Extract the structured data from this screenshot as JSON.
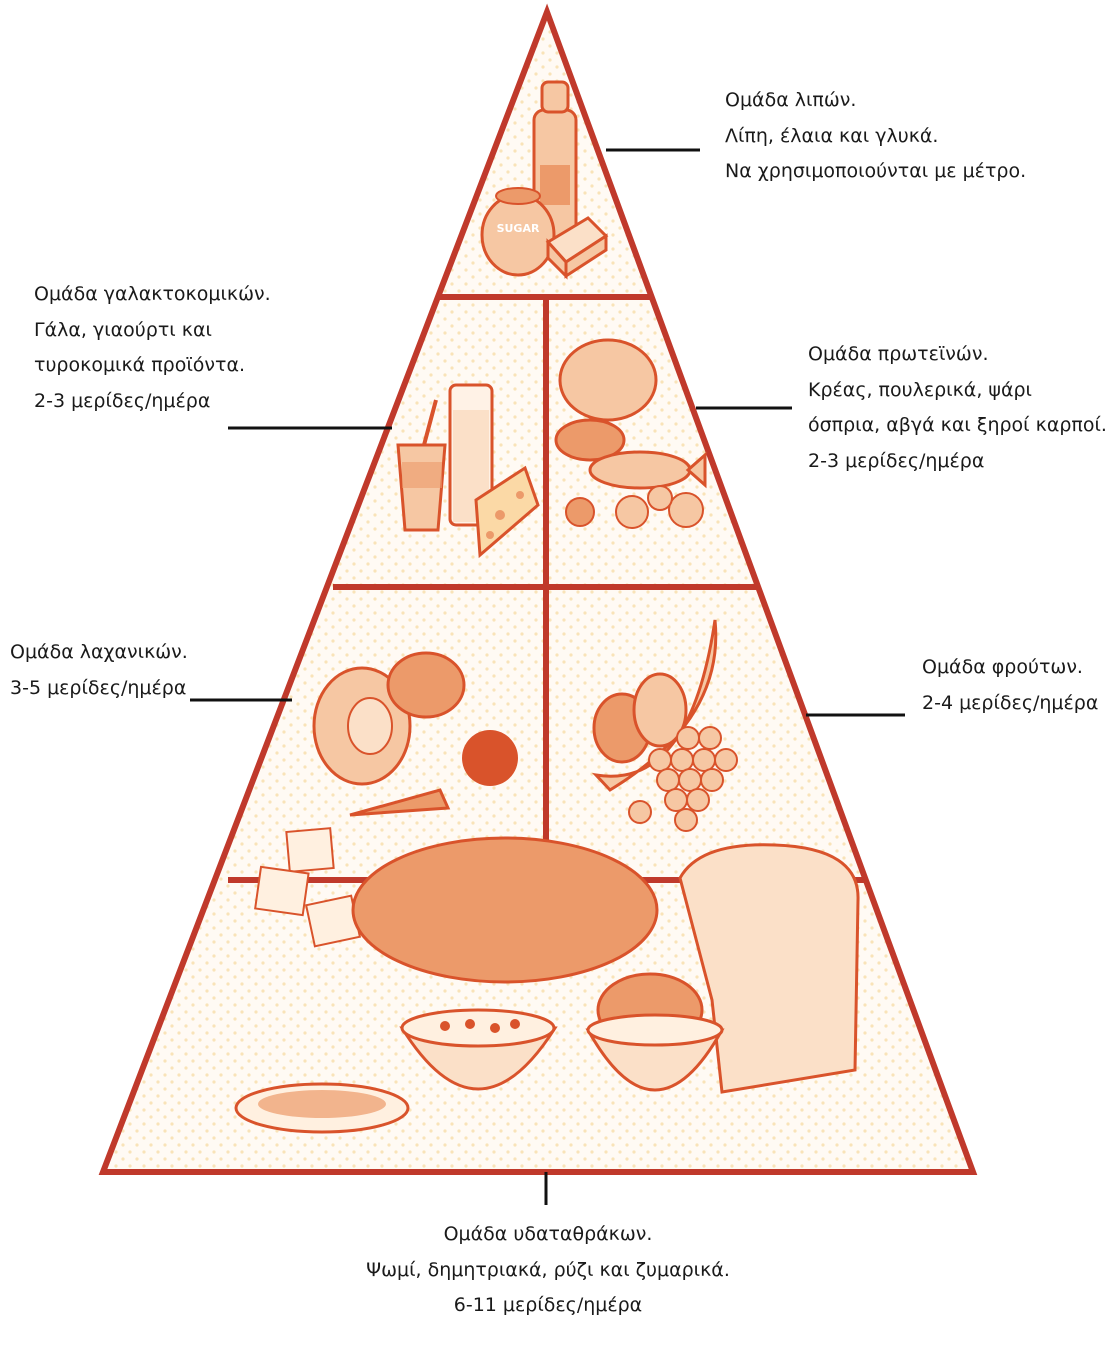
{
  "colors": {
    "outline": "#c0392b",
    "fill": "#fff6ee",
    "food_light": "#f6c7a3",
    "food_mid": "#ec9a6a",
    "food_dark": "#d9532b",
    "connector": "#111111"
  },
  "groups": {
    "fats": {
      "lines": [
        "Ομάδα λιπών.",
        "Λίπη, έλαια και γλυκά.",
        "Να χρησιμοποιούνται με μέτρο."
      ],
      "jar_label": "SUGAR"
    },
    "dairy": {
      "lines": [
        "Ομάδα γαλακτοκομικών.",
        "Γάλα, γιαούρτι και",
        "τυροκομικά προϊόντα.",
        "2-3 μερίδες/ημέρα"
      ]
    },
    "protein": {
      "lines": [
        "Ομάδα πρωτεϊνών.",
        "Κρέας, πουλερικά, ψάρι",
        "όσπρια, αβγά και ξηροί καρποί.",
        "2-3 μερίδες/ημέρα"
      ]
    },
    "vegetables": {
      "lines": [
        "Ομάδα λαχανικών.",
        "3-5 μερίδες/ημέρα"
      ]
    },
    "fruits": {
      "lines": [
        "Ομάδα φρούτων.",
        "2-4 μερίδες/ημέρα"
      ]
    },
    "carbs": {
      "lines": [
        "Ομάδα υδαταθράκων.",
        "Ψωμί, δημητριακά, ρύζι και ζυμαρικά.",
        "6-11 μερίδες/ημέρα"
      ]
    }
  }
}
